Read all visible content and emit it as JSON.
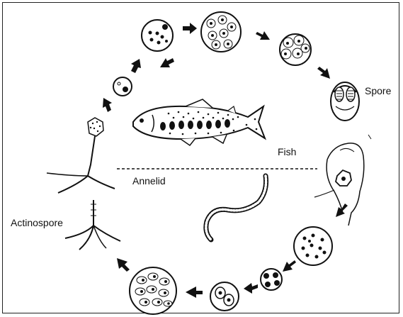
{
  "labels": {
    "spore": "Spore",
    "fish": "Fish",
    "annelid": "Annelid",
    "actinospore": "Actinospore"
  },
  "colors": {
    "ink": "#111111",
    "background": "#ffffff"
  }
}
